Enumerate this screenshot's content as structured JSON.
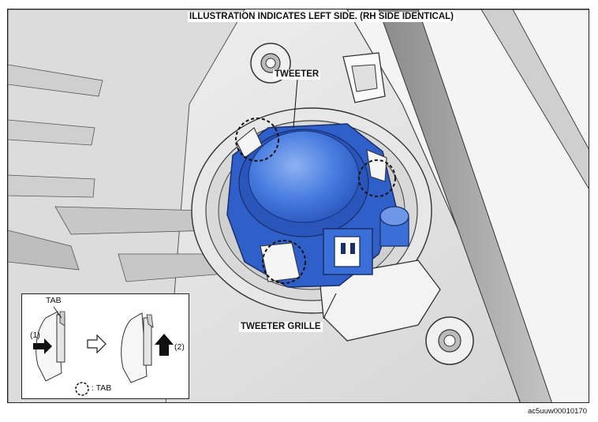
{
  "figure": {
    "caption": "ILLUSTRATION INDICATES LEFT SIDE. (RH SIDE IDENTICAL)",
    "callouts": {
      "tweeter": "TWEETER",
      "tweeter_grille": "TWEETER GRILLE"
    },
    "inset": {
      "tab_label": "TAB",
      "step1": "(1)",
      "step2": "(2)",
      "legend_text": ": TAB"
    },
    "image_code": "ac5uuw00010170"
  },
  "colors": {
    "tweeter_blue": "#3a6fd8",
    "panel_gray": "#e9e9e9",
    "outline": "#222222"
  }
}
